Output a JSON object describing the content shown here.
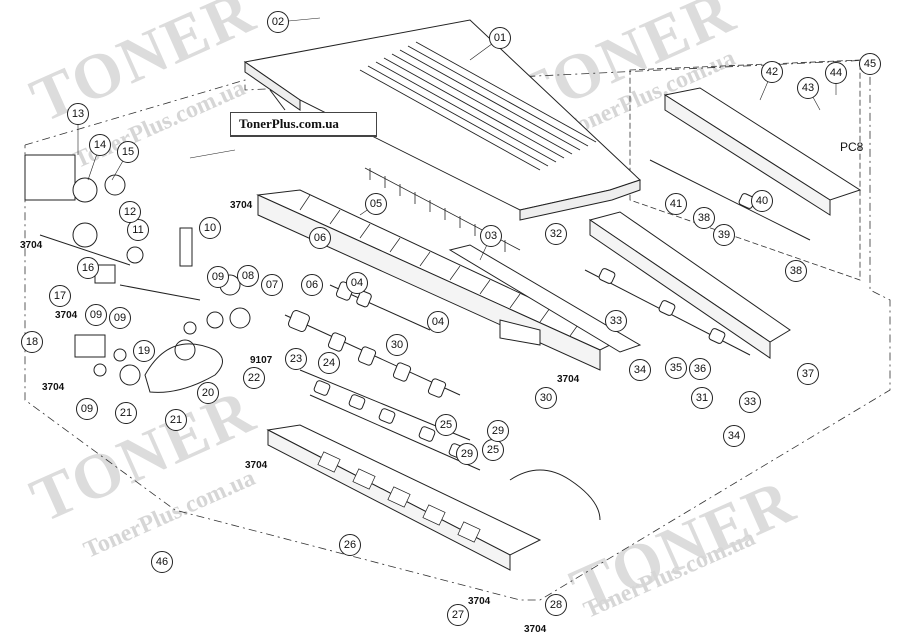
{
  "banner_text": "TonerPlus.com.ua",
  "watermark_big": "TONER",
  "watermark_url": "TonerPlus.com.ua",
  "callouts": [
    "01",
    "02",
    "03",
    "04",
    "04",
    "05",
    "06",
    "06",
    "07",
    "08",
    "09",
    "09",
    "09",
    "09",
    "10",
    "11",
    "12",
    "13",
    "14",
    "15",
    "16",
    "17",
    "18",
    "19",
    "20",
    "21",
    "21",
    "22",
    "23",
    "24",
    "25",
    "25",
    "26",
    "27",
    "28",
    "29",
    "29",
    "30",
    "30",
    "31",
    "32",
    "33",
    "33",
    "34",
    "34",
    "35",
    "36",
    "37",
    "38",
    "38",
    "39",
    "40",
    "41",
    "42",
    "43",
    "44",
    "45",
    "46"
  ],
  "screw_label": "3704",
  "part_9107": "9107",
  "pc8_label": "PC8",
  "colors": {
    "line": "#222222",
    "watermark": "#dcdcdc",
    "background": "#ffffff"
  }
}
